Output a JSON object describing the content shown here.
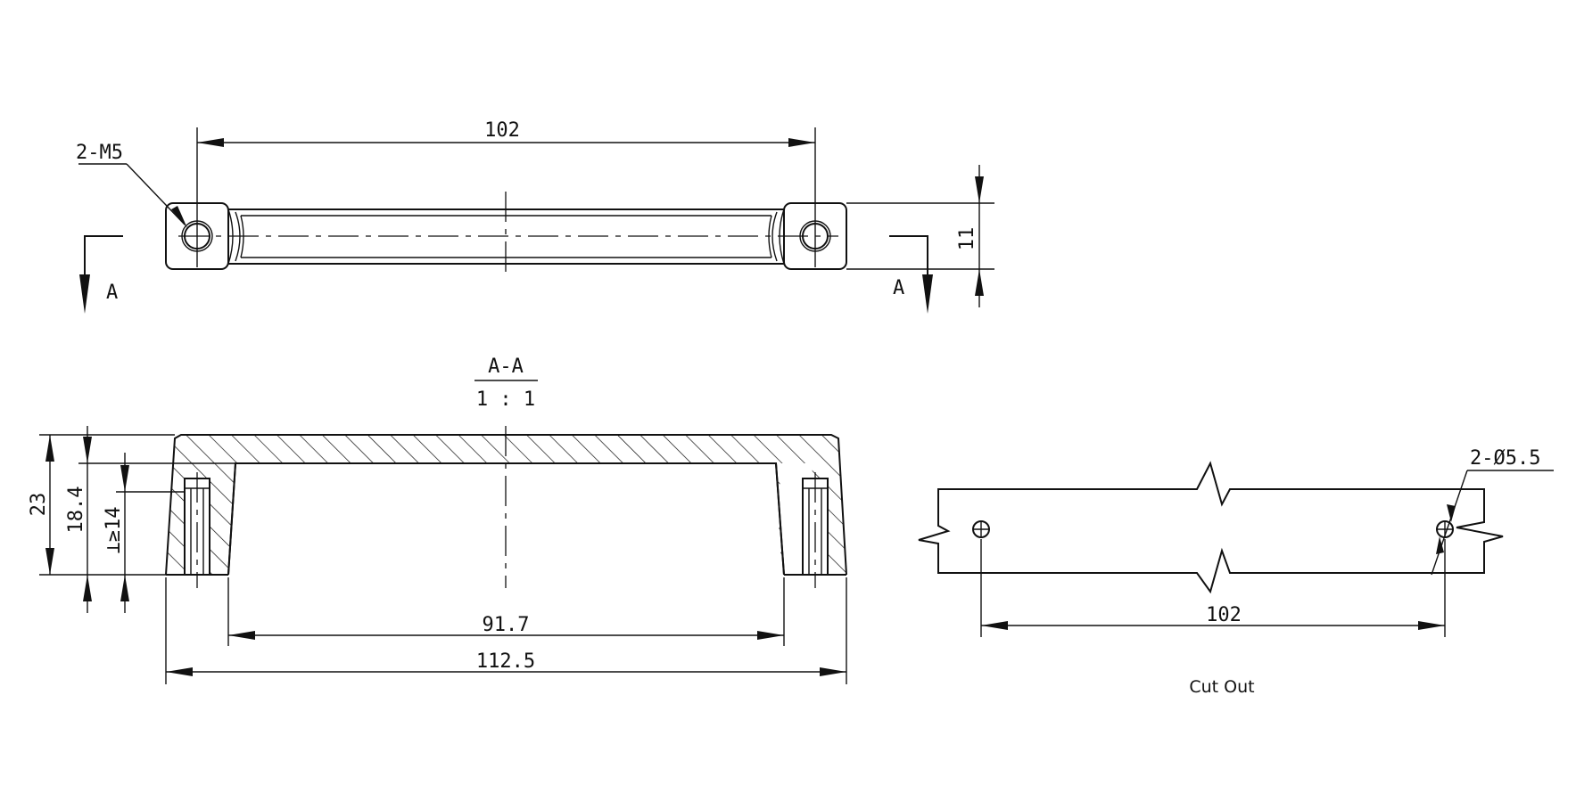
{
  "top_view": {
    "length_dim": "102",
    "height_dim": "11",
    "thread_callout": "2-M5",
    "section_mark_left": "A",
    "section_mark_right": "A"
  },
  "section_view": {
    "title": "A-A",
    "scale": "1 : 1",
    "overall_height": "23",
    "inner_height": "18.4",
    "thread_depth": "⊥≥14",
    "inner_length": "91.7",
    "overall_length": "112.5"
  },
  "cutout_view": {
    "hole_callout": "2-Ø5.5",
    "spacing_dim": "102",
    "caption": "Cut Out"
  }
}
